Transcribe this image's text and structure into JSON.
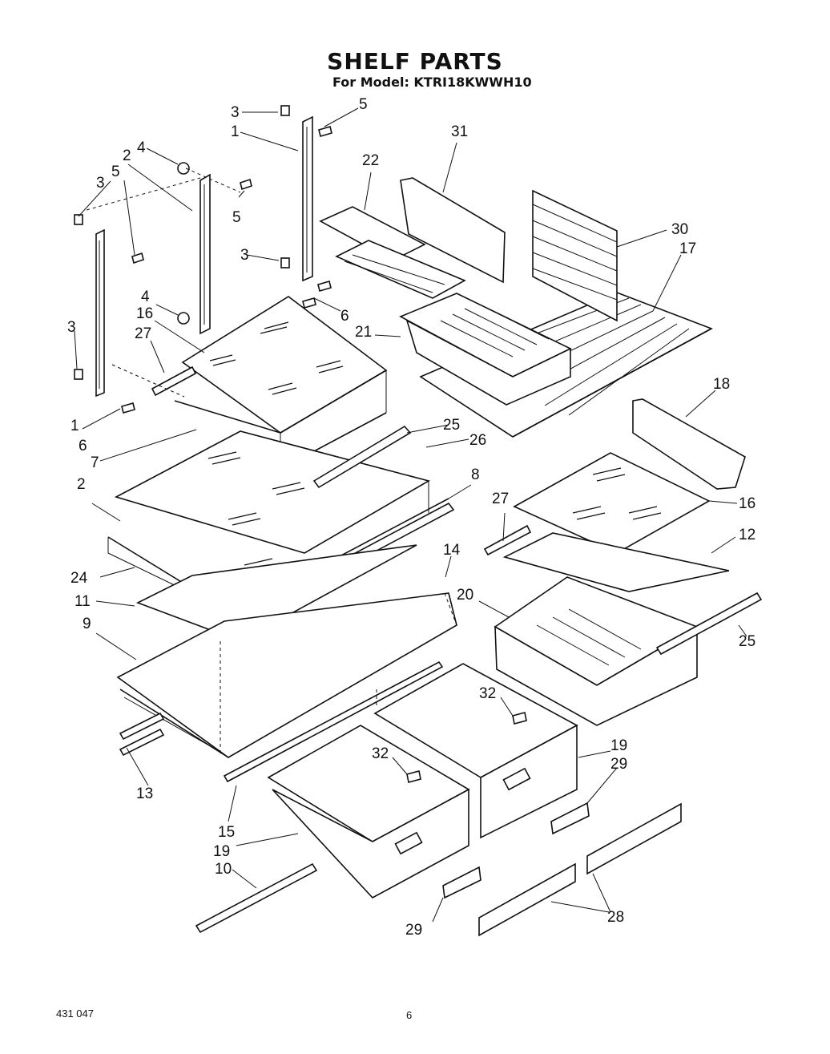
{
  "title": "SHELF PARTS",
  "subtitle": "For Model: KTRI18KWWH10",
  "footer": {
    "doc_number": "431 047",
    "page": "6"
  },
  "callouts": [
    {
      "id": "c3a",
      "text": "3"
    },
    {
      "id": "c5a",
      "text": "5"
    },
    {
      "id": "c1a",
      "text": "1"
    },
    {
      "id": "c4a",
      "text": "4"
    },
    {
      "id": "c2a",
      "text": "2"
    },
    {
      "id": "c5b",
      "text": "5"
    },
    {
      "id": "c3b",
      "text": "3"
    },
    {
      "id": "c5c",
      "text": "5"
    },
    {
      "id": "c3c",
      "text": "3"
    },
    {
      "id": "c31",
      "text": "31"
    },
    {
      "id": "c22",
      "text": "22"
    },
    {
      "id": "c30",
      "text": "30"
    },
    {
      "id": "c17",
      "text": "17"
    },
    {
      "id": "c4b",
      "text": "4"
    },
    {
      "id": "c6a",
      "text": "6"
    },
    {
      "id": "c16a",
      "text": "16"
    },
    {
      "id": "c27a",
      "text": "27"
    },
    {
      "id": "c21",
      "text": "21"
    },
    {
      "id": "c3d",
      "text": "3"
    },
    {
      "id": "c1b",
      "text": "1"
    },
    {
      "id": "c6b",
      "text": "6"
    },
    {
      "id": "c18",
      "text": "18"
    },
    {
      "id": "c25a",
      "text": "25"
    },
    {
      "id": "c26",
      "text": "26"
    },
    {
      "id": "c7",
      "text": "7"
    },
    {
      "id": "c8",
      "text": "8"
    },
    {
      "id": "c23",
      "text": "2"
    },
    {
      "id": "c27b",
      "text": "27"
    },
    {
      "id": "c16b",
      "text": "16"
    },
    {
      "id": "c12",
      "text": "12"
    },
    {
      "id": "c24",
      "text": "24"
    },
    {
      "id": "c14",
      "text": "14"
    },
    {
      "id": "c11",
      "text": "11"
    },
    {
      "id": "c20",
      "text": "20"
    },
    {
      "id": "c9",
      "text": "9"
    },
    {
      "id": "c25b",
      "text": "25"
    },
    {
      "id": "c32a",
      "text": "32"
    },
    {
      "id": "c32b",
      "text": "32"
    },
    {
      "id": "c19a",
      "text": "19"
    },
    {
      "id": "c29a",
      "text": "29"
    },
    {
      "id": "c13",
      "text": "13"
    },
    {
      "id": "c15",
      "text": "15"
    },
    {
      "id": "c19b",
      "text": "19"
    },
    {
      "id": "c10",
      "text": "10"
    },
    {
      "id": "c29b",
      "text": "29"
    },
    {
      "id": "c28",
      "text": "28"
    }
  ]
}
